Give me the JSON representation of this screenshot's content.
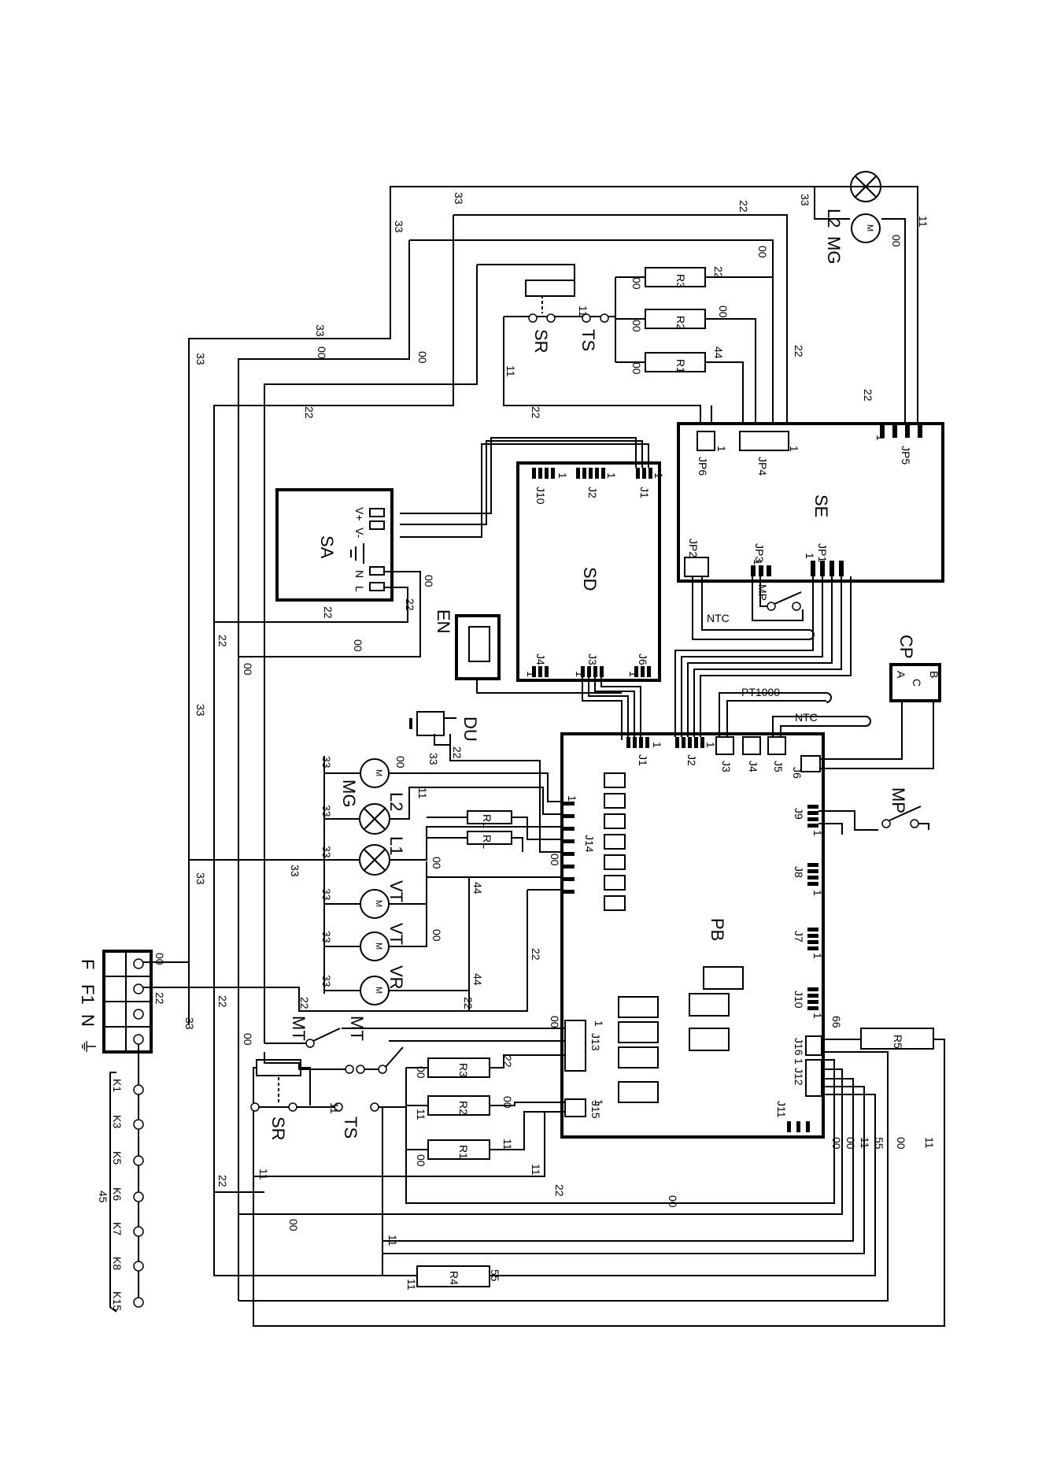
{
  "boards": {
    "pb": "PB",
    "se": "SE",
    "sd": "SD",
    "sa": "SA",
    "cp": "CP",
    "en": "EN",
    "du": "DU"
  },
  "sa_terminals": [
    "V+",
    "V-",
    "N",
    "L"
  ],
  "cp_terminals": [
    "B",
    "C",
    "A"
  ],
  "se_connectors": [
    "JP6",
    "JP4",
    "JP5",
    "JP2",
    "JP3",
    "JP1"
  ],
  "sd_connectors": [
    "J10",
    "J2",
    "J1",
    "J4",
    "J3",
    "J6"
  ],
  "pb_connectors": [
    "J1",
    "J2",
    "J3",
    "J4",
    "J5",
    "J6",
    "J9",
    "J8",
    "J7",
    "J10",
    "J16",
    "J12",
    "J11",
    "J13",
    "J14",
    "J15"
  ],
  "pin_marker": "1",
  "components": {
    "top_lamp": "L2",
    "top_motor": "MG",
    "resistors_top": [
      "R3",
      "R2",
      "R1"
    ],
    "sr_top": "SR",
    "ts_top": "TS",
    "mp_se": "MP",
    "ntc_se": "NTC",
    "pt1000": "PT1000",
    "ntc_pb": "NTC",
    "mp_pb": "MP",
    "mg_pb": "MG",
    "l2_pb": "L2",
    "l1_pb": "L1",
    "vt1": "VT",
    "vt2": "VT",
    "vr": "VR",
    "rl": [
      "RL",
      "RL"
    ],
    "r5": "R5",
    "r4": "R4",
    "mt": [
      "MT",
      "MT"
    ],
    "resistors_bottom": [
      "R3",
      "R2",
      "R1"
    ],
    "sr_bottom": "SR",
    "ts_bottom": "TS"
  },
  "terminal_block": [
    "F",
    "F1",
    "N",
    "⏚"
  ],
  "relays": [
    "K1",
    "K3",
    "K5",
    "K6",
    "K7",
    "K8",
    "K15"
  ],
  "relay_group": "45",
  "wire_numbers": {
    "n33": "33",
    "n22": "22",
    "n00": "00",
    "n11": "11",
    "n44": "44",
    "n55": "55",
    "n66": "66"
  }
}
